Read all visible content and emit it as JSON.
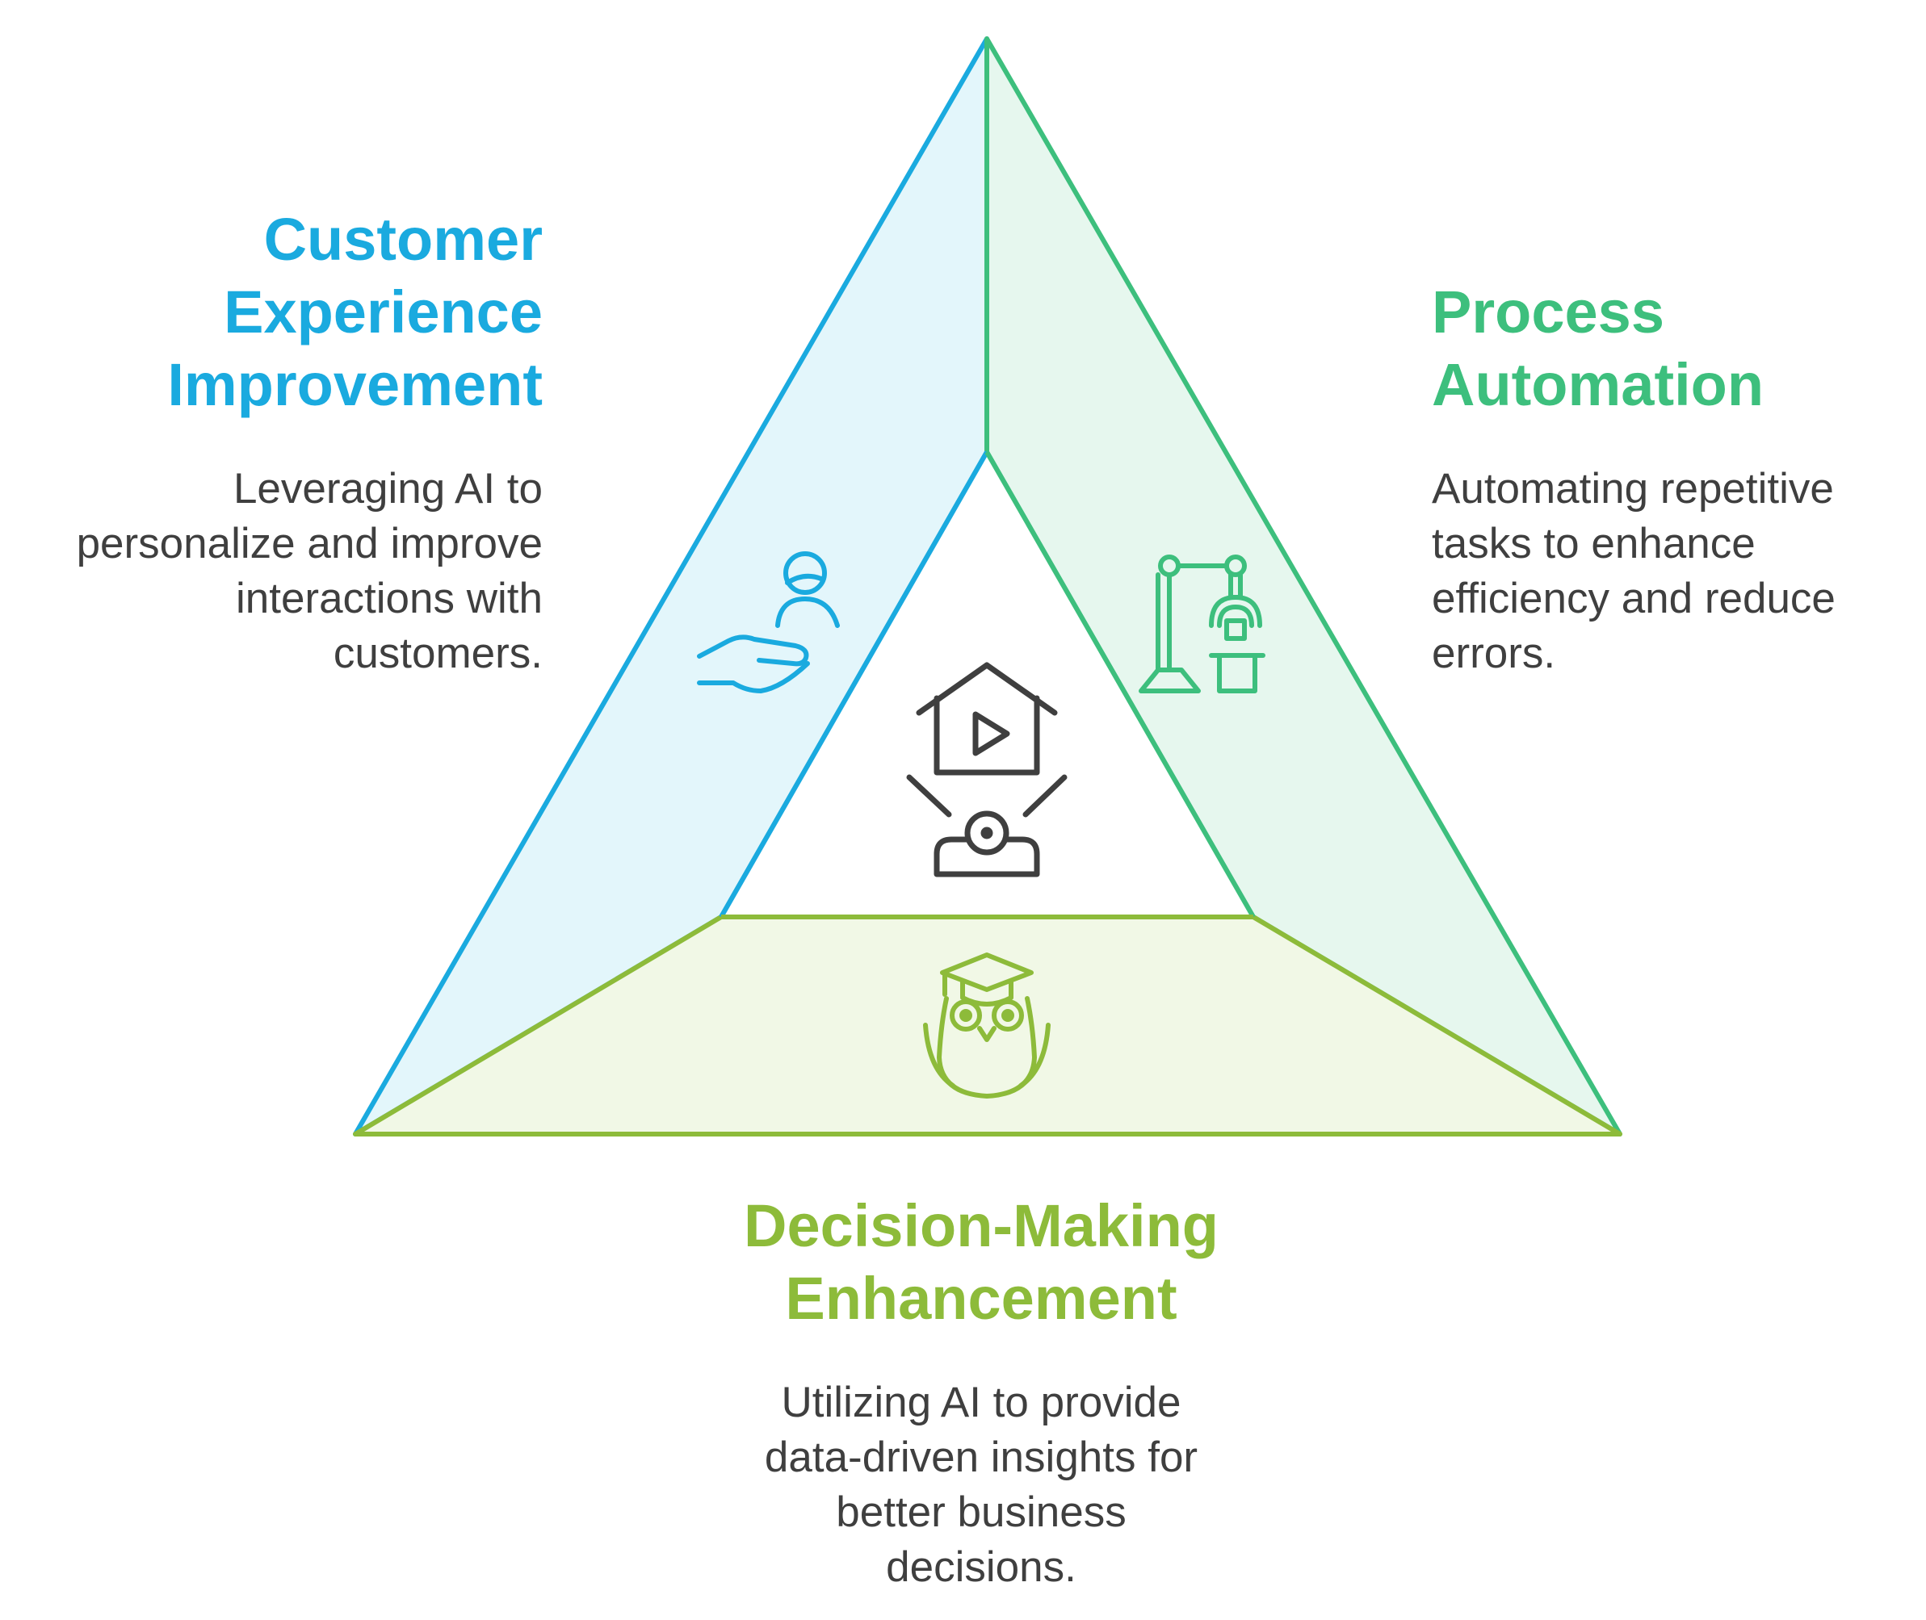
{
  "colors": {
    "customer": "#1aaadf",
    "process": "#3dbf7d",
    "decision": "#8dbb3a",
    "center": "#3f3f3f",
    "customer_fill": "#e3f6fb",
    "process_fill": "#e6f7ee",
    "decision_fill": "#f1f8e6"
  },
  "segments": {
    "customer": {
      "title_lines": [
        "Customer",
        "Experience",
        "Improvement"
      ],
      "description_lines": [
        "Leveraging AI to",
        "personalize and improve",
        "interactions with",
        "customers."
      ],
      "icon": "hand-offering-person-icon"
    },
    "process": {
      "title_lines": [
        "Process",
        "Automation"
      ],
      "description_lines": [
        "Automating repetitive",
        "tasks to enhance",
        "efficiency and reduce",
        "errors."
      ],
      "icon": "robotic-arm-icon"
    },
    "decision": {
      "title_lines": [
        "Decision-Making",
        "Enhancement"
      ],
      "description_lines": [
        "Utilizing AI to provide",
        "data-driven insights for",
        "better business",
        "decisions."
      ],
      "icon": "graduate-owl-icon"
    }
  },
  "center": {
    "icon": "smart-home-ai-icon"
  }
}
